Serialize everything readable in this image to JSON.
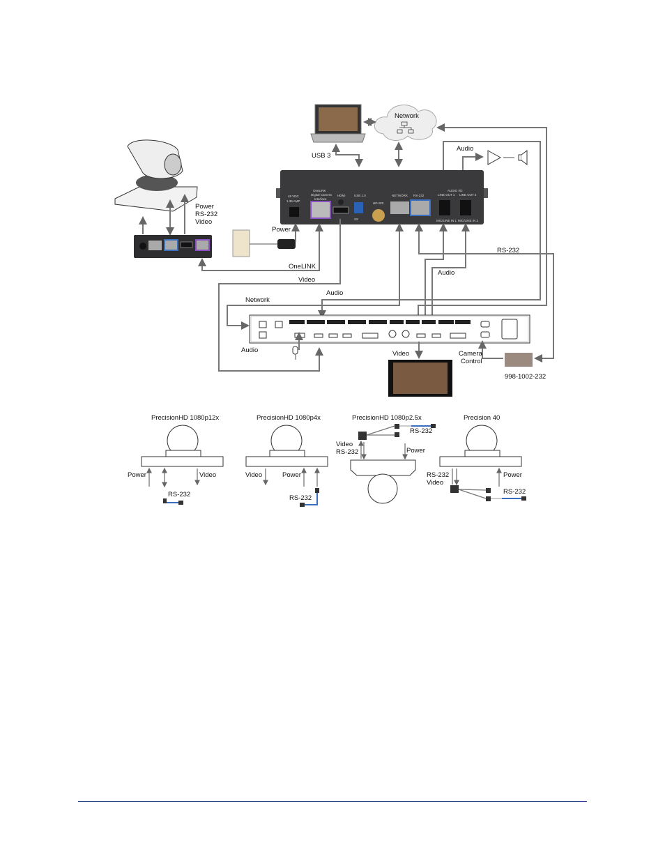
{
  "diagram": {
    "top": {
      "cloud_label": "Network",
      "usb_label": "USB 3",
      "audio_out_label": "Audio",
      "camera_lines": [
        "Power",
        "RS-232",
        "Video"
      ],
      "power_label": "Power",
      "onelink_label": "OneLINK",
      "video_label": "Video",
      "rs232_label": "RS-232",
      "audio_label_right": "Audio",
      "audio_label_mid": "Audio",
      "network_label": "Network",
      "audio_label_left": "Audio",
      "video_display_label": "Video",
      "camera_control_label": [
        "Camera",
        "Control"
      ],
      "adapter_part": "998-1002-232"
    },
    "device": {
      "power_spec": [
        "48 VDC",
        "1.36 AMP"
      ],
      "onelink_port": [
        "OneLINK",
        "Digital Camera",
        "Interface"
      ],
      "hdmi_port": "HDMI",
      "usb_port": "USB 1.0",
      "usb_ss": "SS",
      "sdi_port": "HD-SDI",
      "network_port": "NETWORK",
      "rs232_port": "RS-232",
      "audio_io": "AUDIO I/O",
      "line_out_1": "LINE OUT 1",
      "line_out_2": "LINE OUT 2",
      "mic_in_1": "MIC/LINE IN 1",
      "mic_in_2": "MIC/LINE IN 2"
    },
    "cameras": [
      {
        "title": "PrecisionHD 1080p12x",
        "labels": [
          "Power",
          "Video",
          "RS-232"
        ]
      },
      {
        "title": "PrecisionHD 1080p4x",
        "labels": [
          "Video",
          "Power",
          "RS-232"
        ]
      },
      {
        "title": "PrecisionHD 1080p2.5x",
        "labels": [
          "RS-232",
          "Video",
          "RS-232",
          "Power"
        ]
      },
      {
        "title": "Precision 40",
        "labels": [
          "RS-232",
          "Video",
          "Power",
          "RS-232"
        ]
      }
    ]
  },
  "colors": {
    "footer_rule": "#1f3a8a",
    "onelink_purple": "#8a4fc0",
    "rs232_blue": "#3a6fc0",
    "usb_blue": "#2a62b8"
  }
}
